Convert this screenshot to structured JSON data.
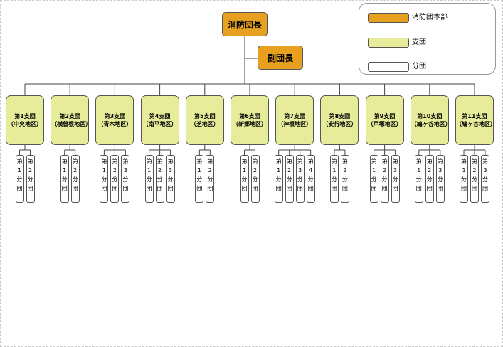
{
  "chief": "消防団長",
  "vice_chief": "副団長",
  "legend": [
    {
      "label": "消防団本部",
      "color": "#e8a020"
    },
    {
      "label": "支団",
      "color": "#e6ec9a"
    },
    {
      "label": "分団",
      "color": "#ffffff"
    }
  ],
  "branches": [
    {
      "name": "第1支団",
      "area": "（中央地区）",
      "units": [
        "第\n1\n分\n団",
        "第\n2\n分\n団"
      ]
    },
    {
      "name": "第2支団",
      "area": "（横曽根地区）",
      "units": [
        "第\n1\n分\n団",
        "第\n2\n分\n団"
      ]
    },
    {
      "name": "第3支団",
      "area": "（青木地区）",
      "units": [
        "第\n1\n分\n団",
        "第\n2\n分\n団",
        "第\n3\n分\n団"
      ]
    },
    {
      "name": "第4支団",
      "area": "（南平地区）",
      "units": [
        "第\n1\n分\n団",
        "第\n2\n分\n団",
        "第\n3\n分\n団"
      ]
    },
    {
      "name": "第5支団",
      "area": "（芝地区）",
      "units": [
        "第\n1\n分\n団",
        "第\n2\n分\n団"
      ]
    },
    {
      "name": "第6支団",
      "area": "（新郷地区）",
      "units": [
        "第\n1\n分\n団",
        "第\n2\n分\n団"
      ]
    },
    {
      "name": "第7支団",
      "area": "（神根地区）",
      "units": [
        "第\n1\n分\n団",
        "第\n2\n分\n団",
        "第\n3\n分\n団",
        "第\n4\n分\n団"
      ]
    },
    {
      "name": "第8支団",
      "area": "（安行地区）",
      "units": [
        "第\n1\n分\n団",
        "第\n2\n分\n団"
      ]
    },
    {
      "name": "第9支団",
      "area": "（戸塚地区）",
      "units": [
        "第\n1\n分\n団",
        "第\n2\n分\n団",
        "第\n3\n分\n団"
      ]
    },
    {
      "name": "第10支団",
      "area": "（鳩ヶ谷地区）",
      "units": [
        "第\n1\n分\n団",
        "第\n2\n分\n団",
        "第\n3\n分\n団"
      ]
    },
    {
      "name": "第11支団",
      "area": "（鳩ヶ谷地区）",
      "units": [
        "第\n1\n分\n団",
        "第\n2\n分\n団",
        "第\n3\n分\n団"
      ]
    }
  ]
}
